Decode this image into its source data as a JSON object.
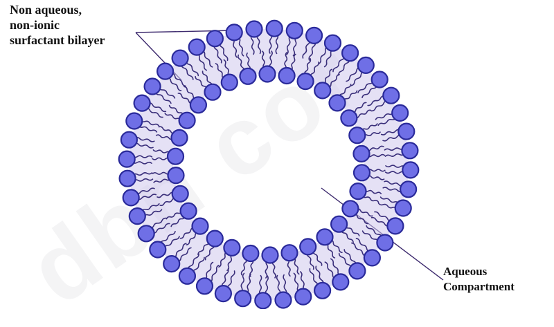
{
  "labels": {
    "bilayer": [
      "Non aqueous,",
      "non-ionic",
      "surfactant bilayer"
    ],
    "compartment": [
      "Aqueous",
      "Compartment"
    ]
  },
  "watermark": "dbn cor",
  "colors": {
    "head_fill": "#6f6fe6",
    "head_stroke": "#2a2a9a",
    "tail": "#3a2f7a",
    "leader": "#3d2a6e",
    "interior_tint": "#cfc8ec"
  }
}
